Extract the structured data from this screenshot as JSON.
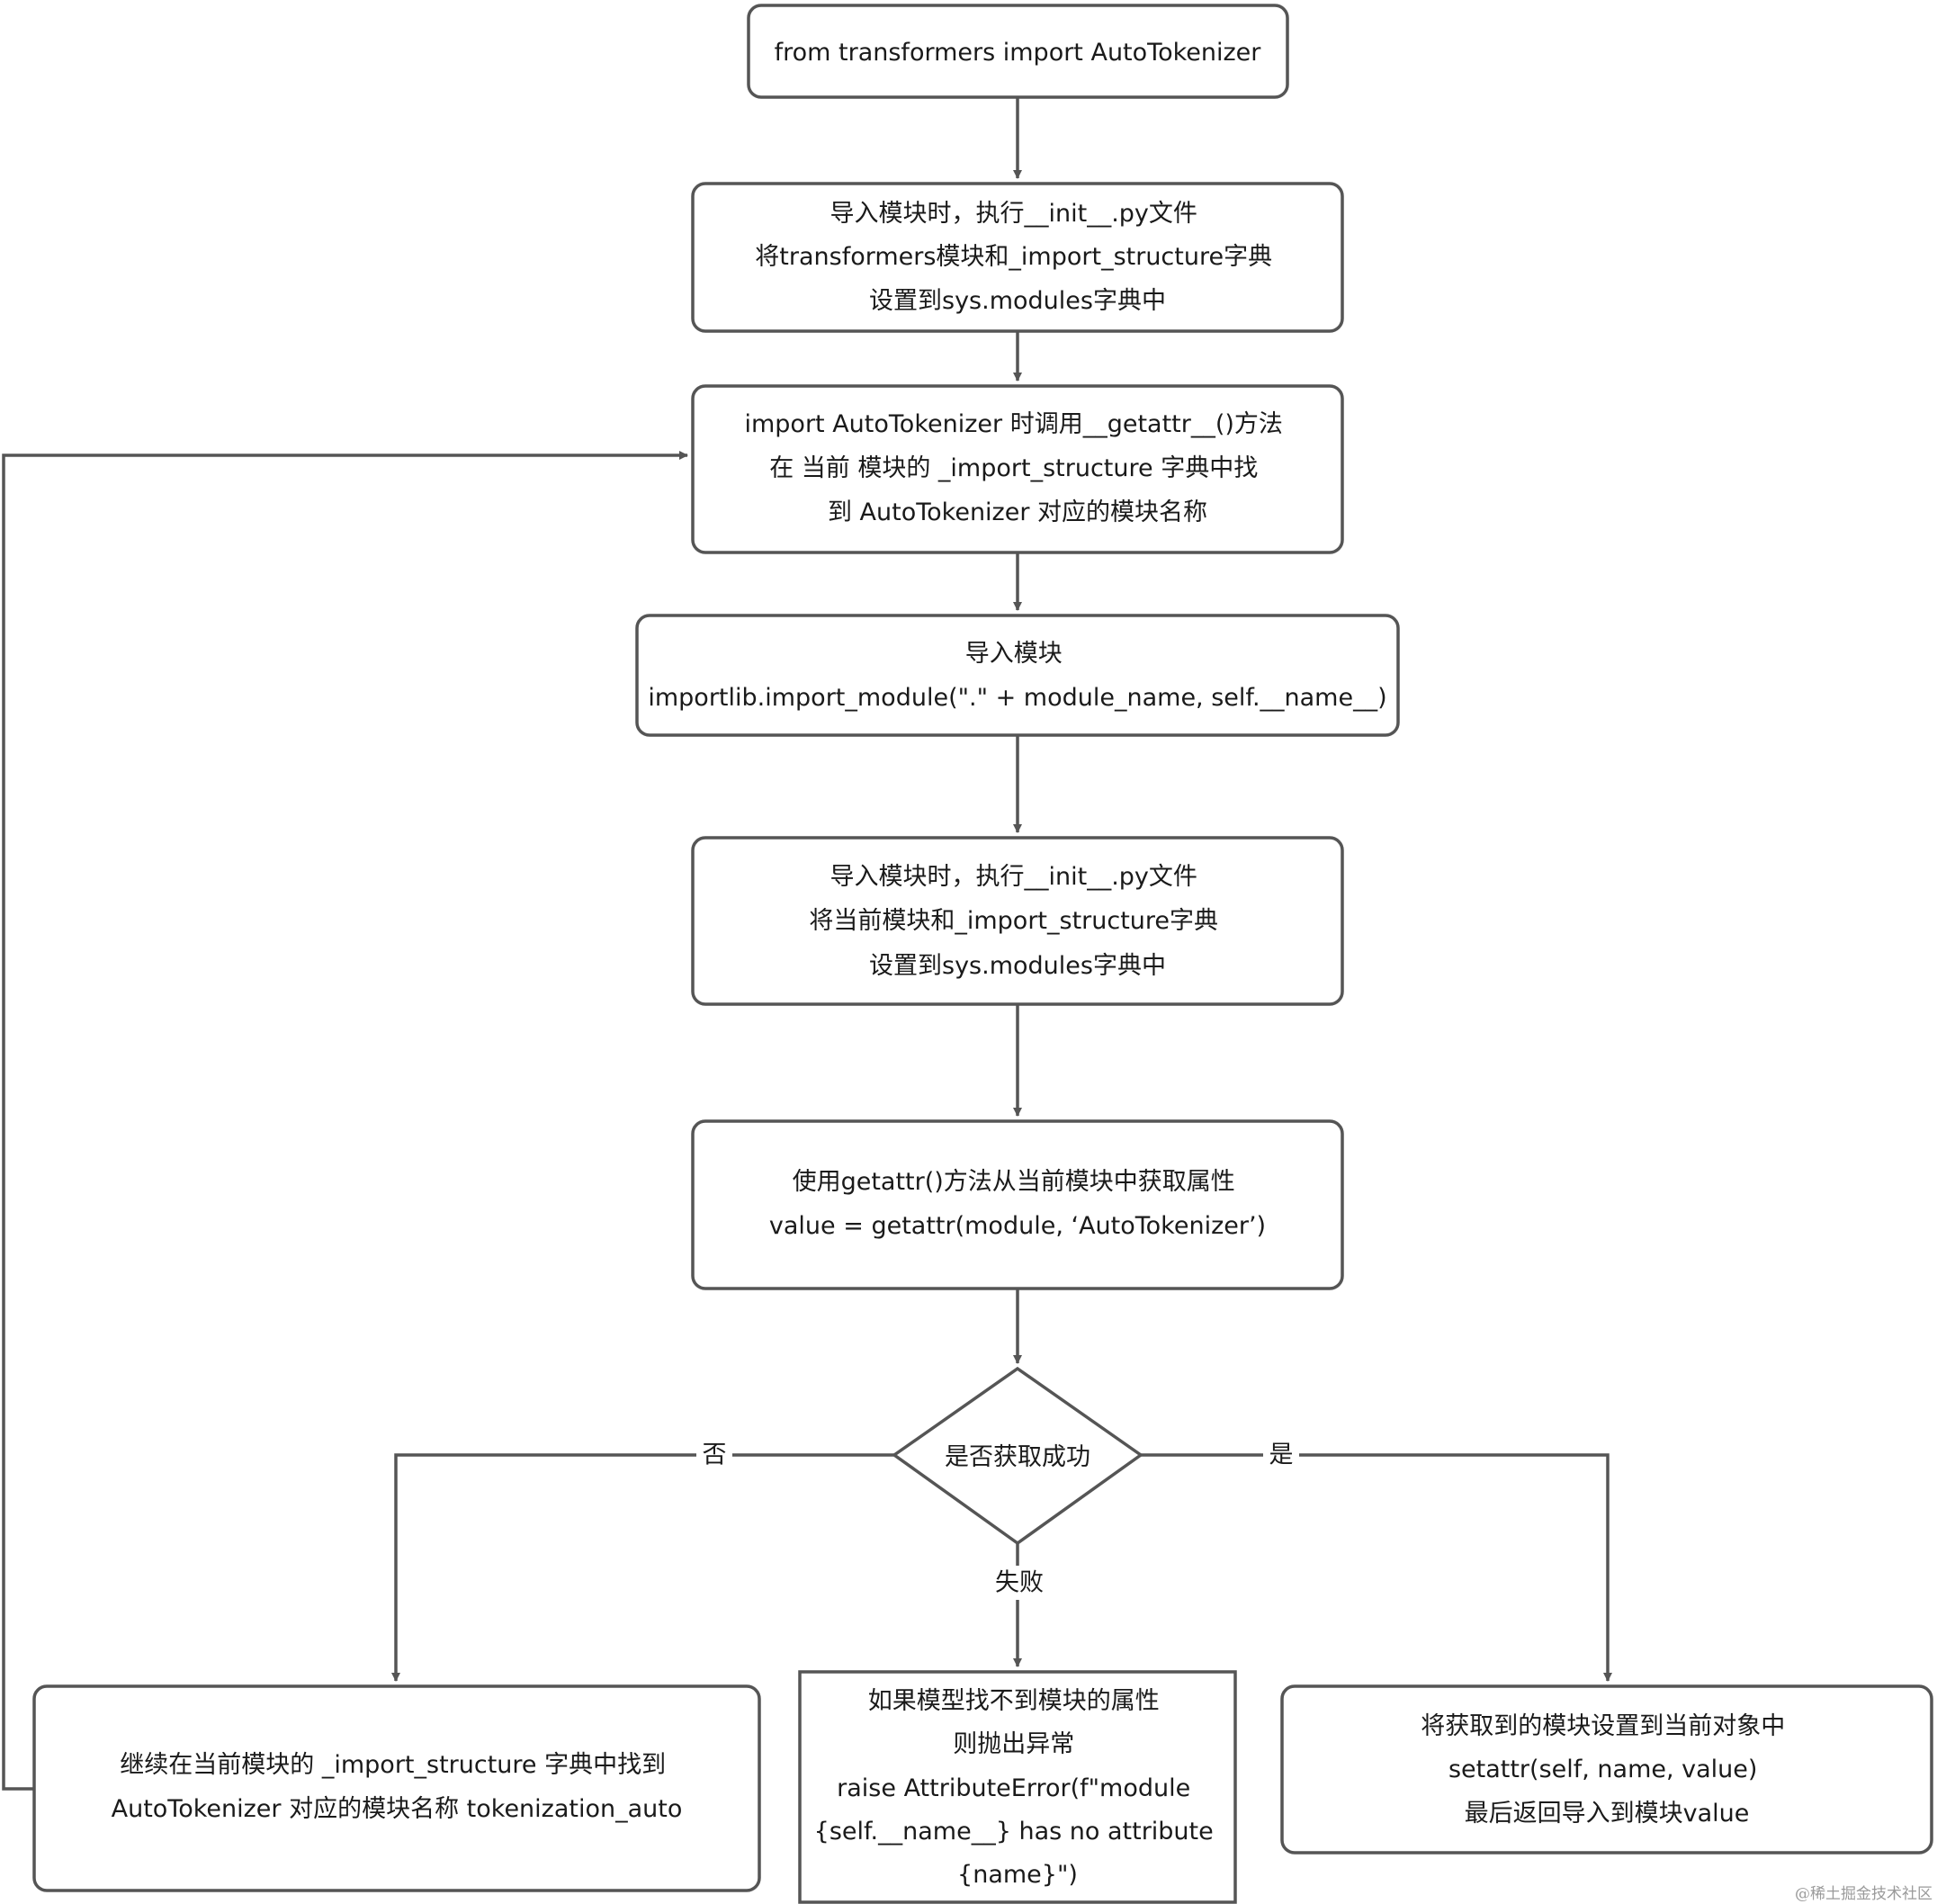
{
  "nodes": {
    "start": {
      "lines": [
        "from transformers import AutoTokenizer"
      ]
    },
    "init_transformers": {
      "lines": [
        "导入模块时，执行__init__.py文件",
        "将transformers模块和_import_structure字典",
        "设置到sys.modules字典中"
      ]
    },
    "getattr_lookup": {
      "lines": [
        "import  AutoTokenizer 时调用__getattr__()方法",
        "在 当前 模块的 _import_structure 字典中找",
        "到 AutoTokenizer 对应的模块名称"
      ]
    },
    "import_module": {
      "lines": [
        "导入模块",
        "importlib.import_module(\".\" + module_name, self.__name__)"
      ]
    },
    "init_current": {
      "lines": [
        "导入模块时，执行__init__.py文件",
        "将当前模块和_import_structure字典",
        "设置到sys.modules字典中"
      ]
    },
    "get_attribute": {
      "lines": [
        "使用getattr()方法从当前模块中获取属性",
        "value = getattr(module, ‘AutoTokenizer’)"
      ]
    },
    "decision": {
      "lines": [
        "是否获取成功"
      ]
    },
    "continue_search": {
      "lines": [
        "继续在当前模块的 _import_structure 字典中找到",
        "AutoTokenizer 对应的模块名称 tokenization_auto"
      ]
    },
    "raise_error": {
      "lines": [
        "如果模型找不到模块的属性",
        "则抛出异常",
        "raise AttributeError(f\"module",
        "{self.__name__} has no attribute",
        "{name}\")"
      ]
    },
    "set_attribute": {
      "lines": [
        "将获取到的模块设置到当前对象中",
        "setattr(self, name, value)",
        "最后返回导入到模块value"
      ]
    }
  },
  "edge_labels": {
    "no": "否",
    "yes": "是",
    "fail": "失败"
  },
  "watermark": "@稀土掘金技术社区"
}
